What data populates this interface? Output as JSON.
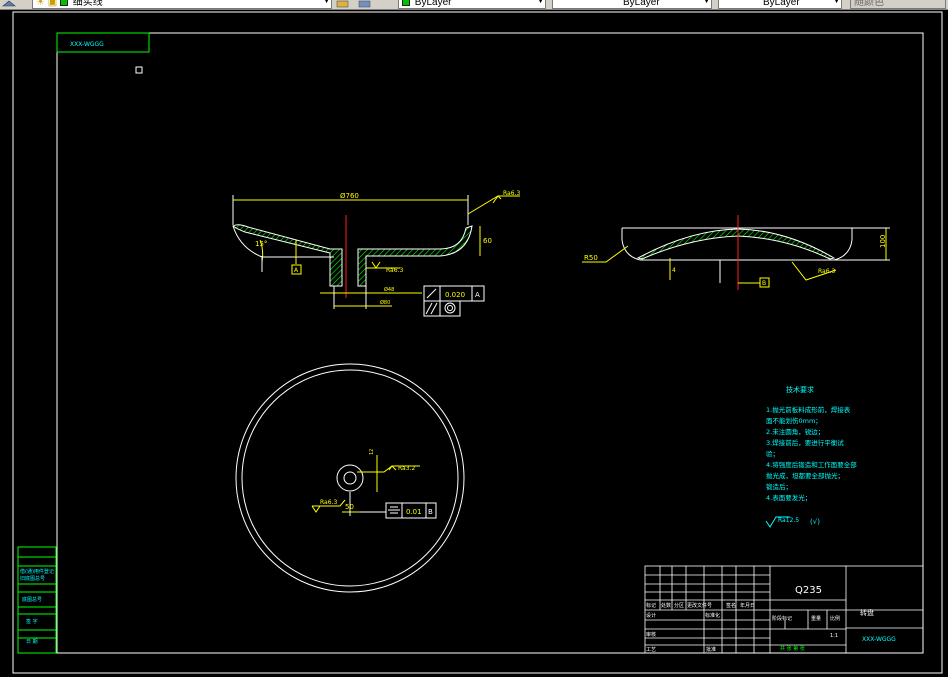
{
  "toolbar": {
    "layer_name": "细实线",
    "color_value": "ByLayer",
    "linetype_value": "ByLayer",
    "lineweight_value": "ByLayer",
    "plotstyle_value": "随颜色",
    "icons": [
      "layer-state-icon",
      "sun-icon",
      "lock-icon",
      "layer-color-icon",
      "layer-previous-icon",
      "layer-manager-icon"
    ],
    "colors": {
      "bg": "#d4d0c8",
      "layer_swatch": "#00c000",
      "color_swatch": "#00c000"
    }
  },
  "drawing": {
    "top_label": "XXX-WGGG",
    "section_left": {
      "dim_diameter": "Ø760",
      "dim_depth": "60",
      "dim_angle": "15°",
      "datum_a": "A",
      "rough1": "Ra6.3",
      "rough2": "Ra6.3",
      "dim_hole1": "Ø48",
      "dim_hole2": "Ø80",
      "gtol1_value": "0.020",
      "gtol1_datum": "A"
    },
    "section_right": {
      "dim_radius": "R50",
      "dim_height": "100",
      "dim_thick": "4",
      "datum_b": "B",
      "rough": "Ra6.3"
    },
    "plan_view": {
      "rough1": "Ra3.2",
      "rough2": "Ra6.3",
      "dim_50": "50",
      "dim_small": "12",
      "gtol_value": "0.01",
      "gtol_datum": "B"
    },
    "tech_req": {
      "title": "技术要求",
      "lines": [
        "1.抛光前板料成形前，焊接表",
        "面不能划伤0mm；",
        "2.未注圆角，锐边；",
        "3.焊接前后，要进行平衡试",
        "验；",
        "4.将强度后锻造和工作面要全部",
        "抛光成，坦都要全部抛光；",
        "锻造后；",
        "4.表面要发光；"
      ],
      "rough_note": "Ra12.5",
      "rough_note_suffix": "(√)"
    },
    "left_margin": [
      "借(通)用件登记",
      "旧底图总号",
      "底图总号",
      "签 字",
      "日 期"
    ],
    "title_block": {
      "material": "Q235",
      "part_name": "转盘",
      "drawing_no": "XXX-WGGG",
      "row_labels": [
        "标记",
        "处数",
        "分区",
        "更改文件号",
        "签名",
        "年月日"
      ],
      "design": "设计",
      "standard": "标准化",
      "stage": "阶段标记",
      "weight": "重量",
      "scale": "比例",
      "scale_value": "1:1",
      "review": "审核",
      "process": "工艺",
      "approve": "批准",
      "sheet": "共 张 第 张"
    }
  }
}
